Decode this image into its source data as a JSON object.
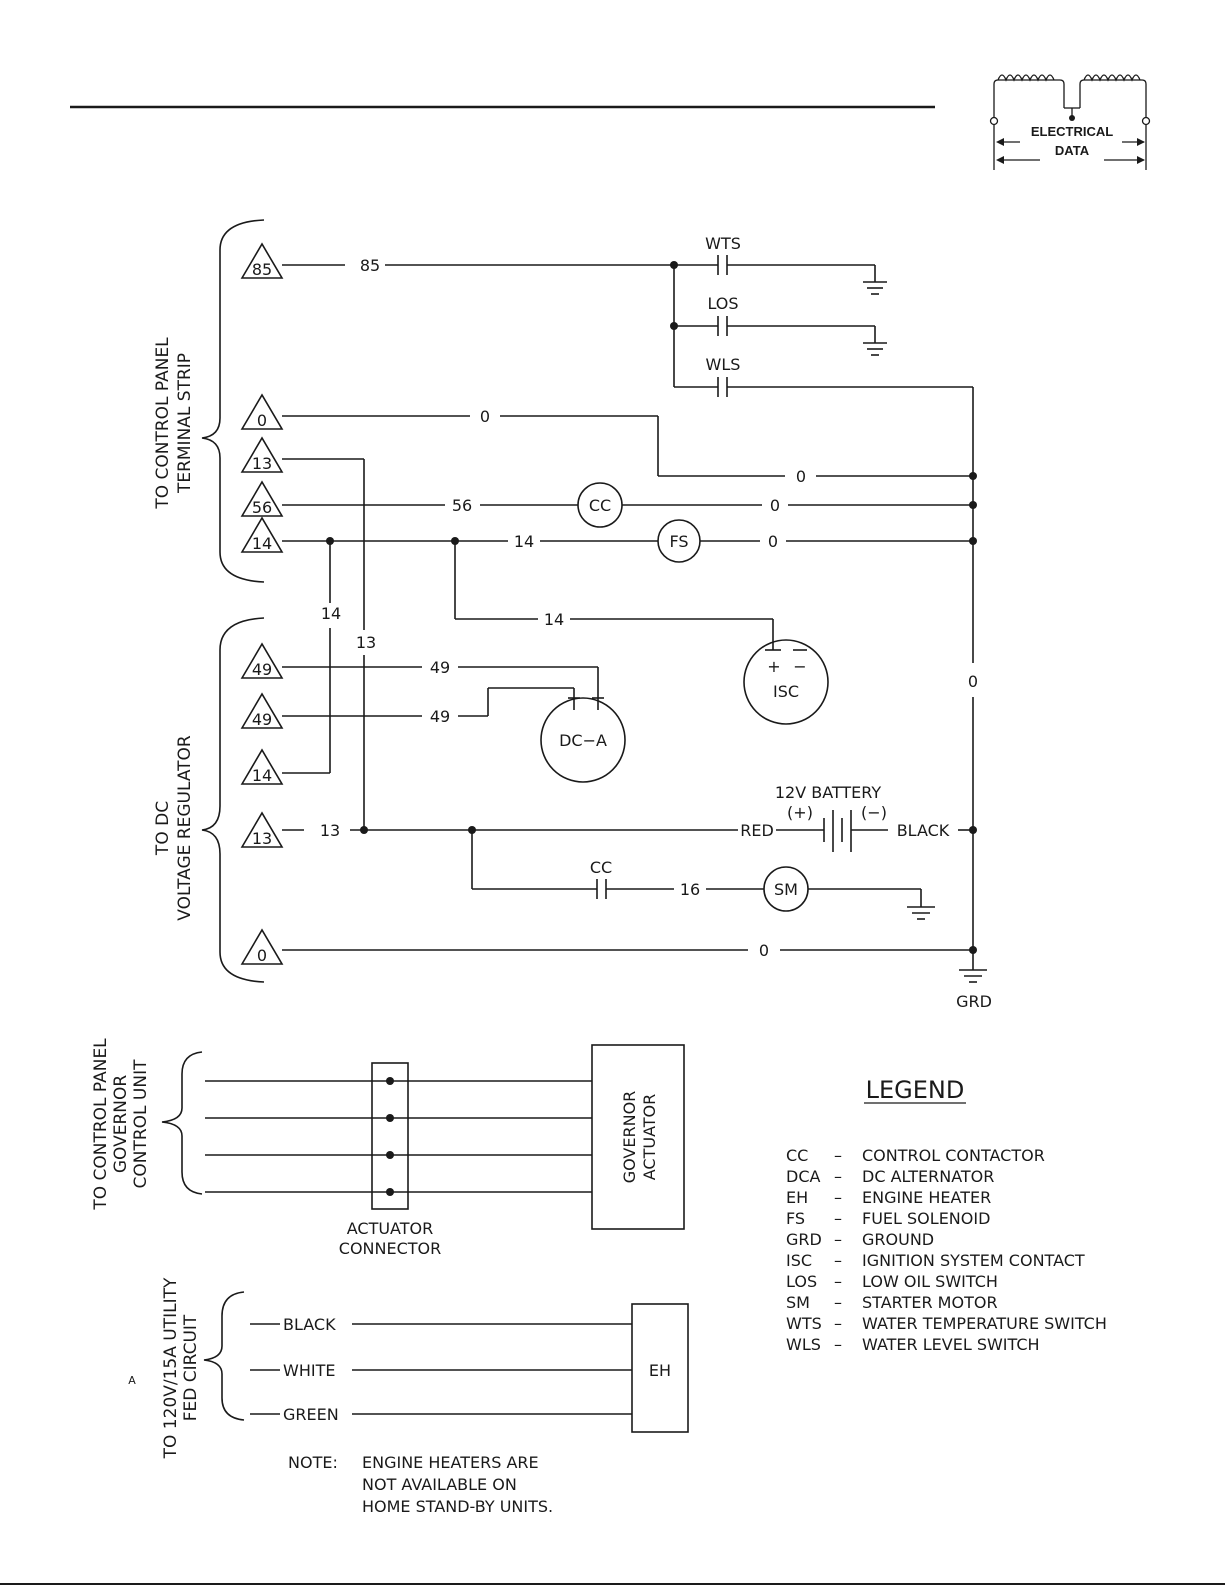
{
  "logo": {
    "line1": "ELECTRICAL",
    "line2": "DATA"
  },
  "side_labels": {
    "control_panel": [
      "TO CONTROL PANEL",
      "TERMINAL STRIP"
    ],
    "dc_regulator": [
      "TO DC",
      "VOLTAGE REGULATOR"
    ],
    "governor": [
      "TO CONTROL PANEL",
      "GOVERNOR",
      "CONTROL UNIT"
    ],
    "utility": [
      "TO 120V/15A UTILITY",
      "FED CIRCUIT"
    ]
  },
  "terminals": [
    "85",
    "0",
    "13",
    "56",
    "14",
    "49",
    "49",
    "14",
    "13",
    "0"
  ],
  "wire_labels": {
    "w85": "85",
    "w0_top": "0",
    "w0_right": "0",
    "w56": "56",
    "w0_cc": "0",
    "w14": "14",
    "w0_fs": "0",
    "w14_isc": "14",
    "w14_vert": "14",
    "w13_vert": "13",
    "w49_a": "49",
    "w49_b": "49",
    "w0_vert": "0",
    "w13": "13",
    "w16": "16",
    "w0_bottom": "0"
  },
  "components": {
    "wts": "WTS",
    "los": "LOS",
    "wls": "WLS",
    "cc": "CC",
    "fs": "FS",
    "isc": "ISC",
    "isc_plus": "+",
    "isc_minus": "−",
    "dca": "DC−A",
    "battery": "12V BATTERY",
    "battery_pos": "(+)",
    "battery_neg": "(−)",
    "red": "RED",
    "black": "BLACK",
    "cc2": "CC",
    "sm": "SM",
    "grd": "GRD",
    "governor_actuator": [
      "GOVERNOR",
      "ACTUATOR"
    ],
    "actuator_connector": [
      "ACTUATOR",
      "CONNECTOR"
    ],
    "eh": "EH"
  },
  "heater_wires": [
    "BLACK",
    "WHITE",
    "GREEN"
  ],
  "stray_mark": "A",
  "legend": {
    "title": "LEGEND",
    "items": [
      {
        "abbr": "CC",
        "desc": "CONTROL CONTACTOR"
      },
      {
        "abbr": "DCA",
        "desc": "DC ALTERNATOR"
      },
      {
        "abbr": "EH",
        "desc": "ENGINE HEATER"
      },
      {
        "abbr": "FS",
        "desc": "FUEL SOLENOID"
      },
      {
        "abbr": "GRD",
        "desc": "GROUND"
      },
      {
        "abbr": "ISC",
        "desc": "IGNITION SYSTEM CONTACT"
      },
      {
        "abbr": "LOS",
        "desc": "LOW OIL SWITCH"
      },
      {
        "abbr": "SM",
        "desc": "STARTER MOTOR"
      },
      {
        "abbr": "WTS",
        "desc": "WATER TEMPERATURE SWITCH"
      },
      {
        "abbr": "WLS",
        "desc": "WATER LEVEL SWITCH"
      }
    ]
  },
  "note": {
    "prefix": "NOTE:",
    "lines": [
      "ENGINE HEATERS ARE",
      "NOT AVAILABLE ON",
      "HOME STAND-BY UNITS."
    ]
  }
}
